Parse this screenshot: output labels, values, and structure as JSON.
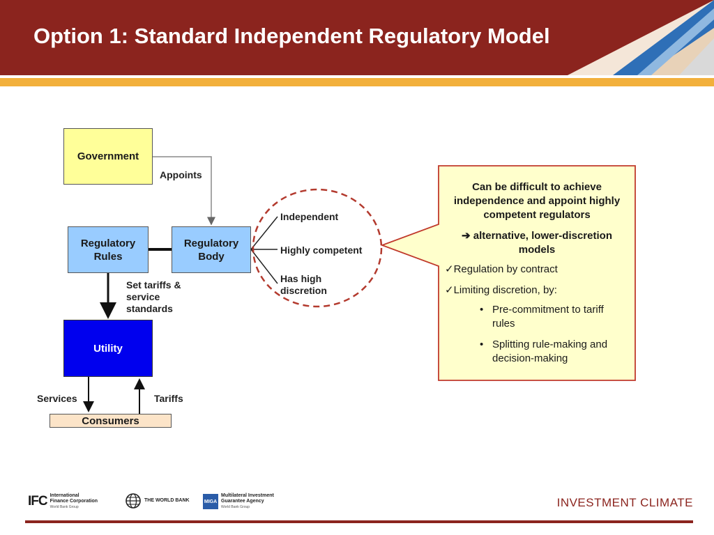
{
  "slide": {
    "title": "Option 1: Standard Independent Regulatory Model",
    "colors": {
      "header": "#8B241E",
      "gold": "#F2B03C",
      "utility": "#0000EE",
      "rules_body": "#99CCFF",
      "government": "#FFFF99",
      "consumers": "#FCE4C8",
      "callout_border": "#C0392B",
      "callout_fill": "#FFFFCC"
    }
  },
  "diagram": {
    "government": "Government",
    "appoints": "Appoints",
    "regulatory_rules": [
      "Regulatory",
      "Rules"
    ],
    "regulatory_body": [
      "Regulatory",
      "Body"
    ],
    "set_tariffs": [
      "Set tariffs &",
      "service",
      "standards"
    ],
    "utility": "Utility",
    "services": "Services",
    "tariffs": "Tariffs",
    "consumers": "Consumers",
    "attributes": {
      "independent": "Independent",
      "competent": "Highly competent",
      "discretion": [
        "Has high",
        "discretion"
      ]
    }
  },
  "callout": {
    "heading": [
      "Can be difficult to achieve",
      "independence and appoint highly",
      "competent regulators"
    ],
    "alternative": [
      "➔ alternative, lower-discretion",
      "models"
    ],
    "checks": [
      "✓Regulation by contract",
      "✓Limiting discretion, by:"
    ],
    "bullets": [
      [
        "Pre-commitment to tariff",
        "rules"
      ],
      [
        "Splitting rule-making and",
        "decision-making"
      ]
    ]
  },
  "footer": {
    "ifc": {
      "mark": "IFC",
      "line1": "International",
      "line2": "Finance Corporation",
      "line3": "World Bank Group"
    },
    "world_bank": "THE WORLD BANK",
    "miga": {
      "mark": "MIGA",
      "line1": "Multilateral Investment",
      "line2": "Guarantee Agency",
      "line3": "World Bank Group"
    },
    "brand": "INVESTMENT CLIMATE"
  }
}
